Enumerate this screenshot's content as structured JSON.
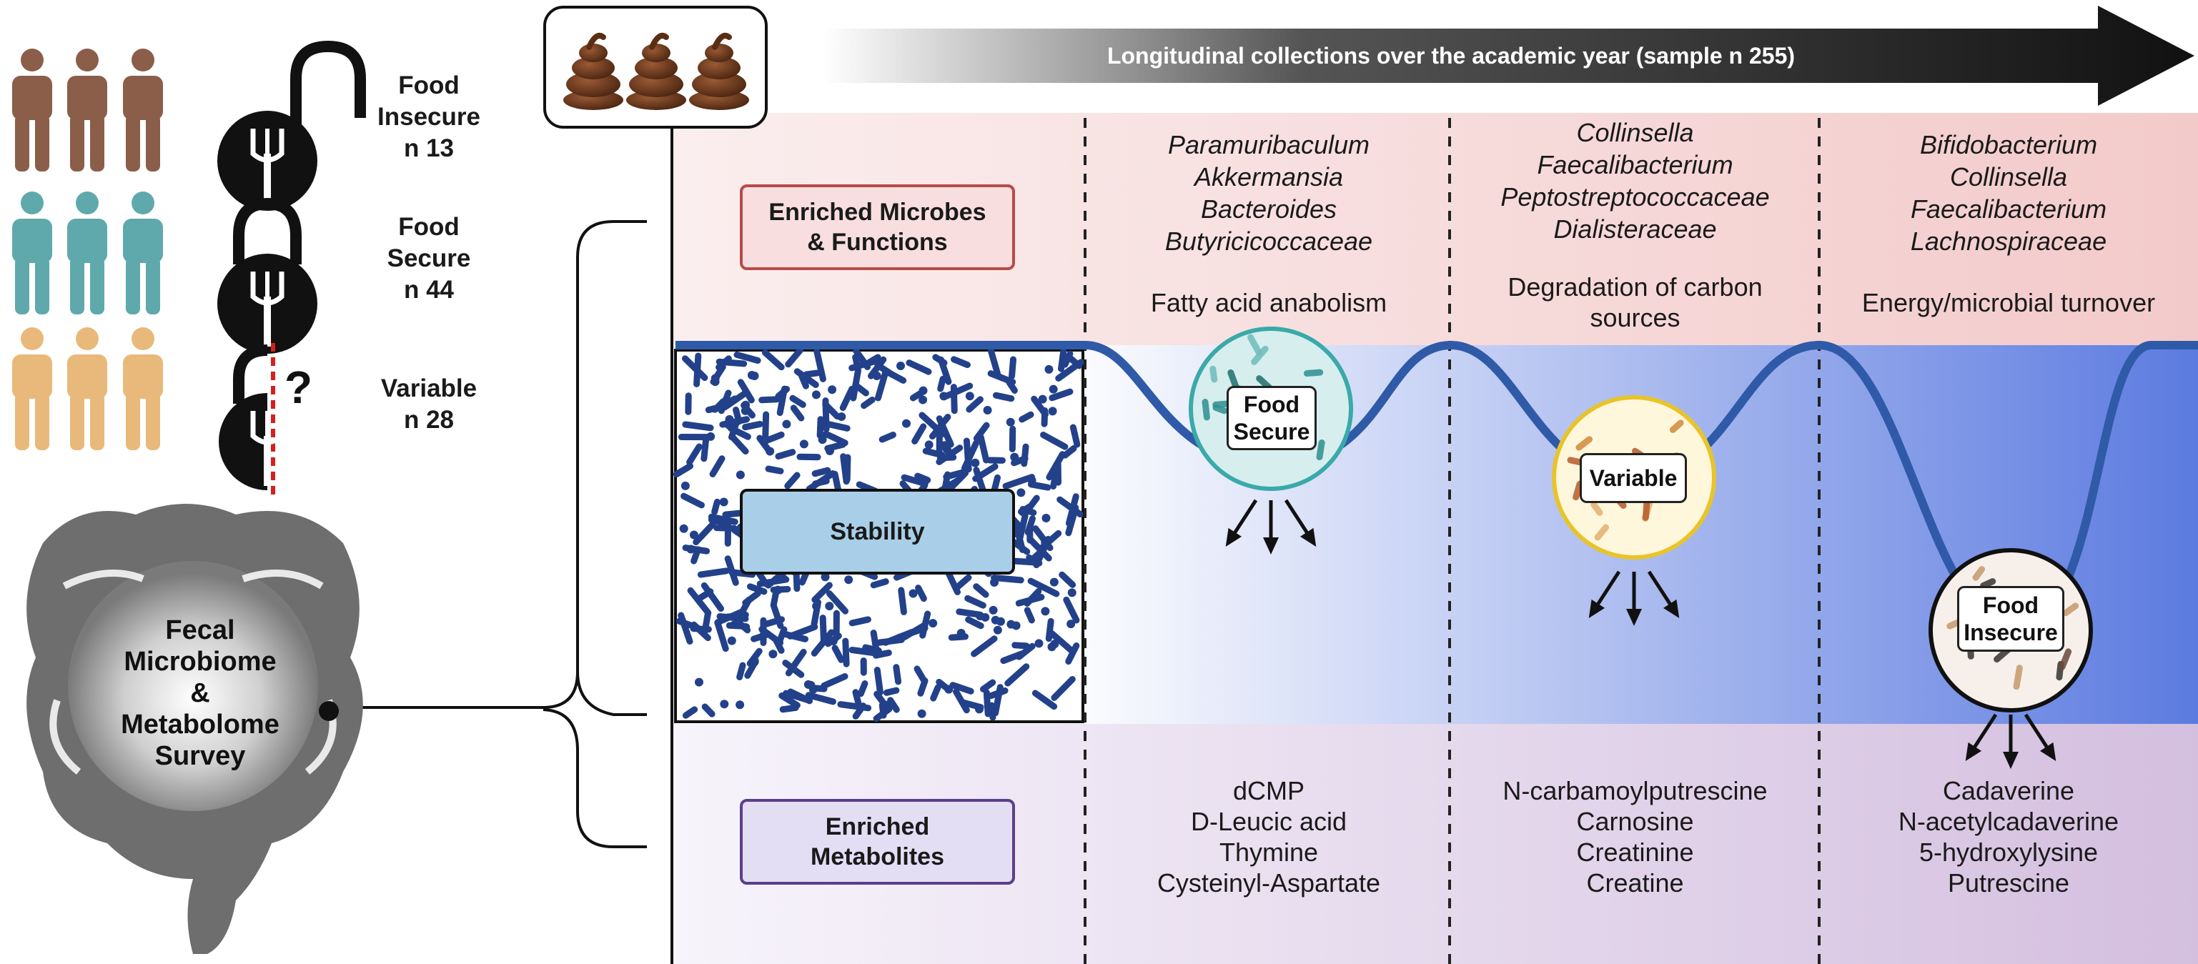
{
  "timeline": {
    "label": "Longitudinal collections over the academic year (sample n 255)"
  },
  "groups": [
    {
      "name": "Food\nInsecure",
      "count": "n 13",
      "color": "#8b5e4a",
      "lock": "open"
    },
    {
      "name": "Food\nSecure",
      "count": "n 44",
      "color": "#5fa9ad",
      "lock": "closed"
    },
    {
      "name": "Variable",
      "count": "n 28",
      "color": "#e8b97a",
      "lock": "variable"
    }
  ],
  "gut_label": "Fecal\nMicrobiome\n&\nMetabolome\nSurvey",
  "row_labels": {
    "microbes": "Enriched Microbes\n& Functions",
    "stability": "Stability",
    "metabolites": "Enriched\nMetabolites"
  },
  "columns": [
    {
      "microbes": [
        "Paramuribaculum",
        "Akkermansia",
        "Bacteroides",
        "Butyricicoccaceae"
      ],
      "function": "Fatty acid anabolism",
      "well_label": "Food\nSecure",
      "metabolites": [
        "dCMP",
        "D-Leucic acid",
        "Thymine",
        "Cysteinyl-Aspartate"
      ]
    },
    {
      "microbes": [
        "Collinsella",
        "Faecalibacterium",
        "Peptostreptococcaceae",
        "Dialisteraceae"
      ],
      "function": "Degradation of carbon\nsources",
      "well_label": "Variable",
      "metabolites": [
        "N-carbamoylputrescine",
        "Carnosine",
        "Creatinine",
        "Creatine"
      ]
    },
    {
      "microbes": [
        "Bifidobacterium",
        "Collinsella",
        "Faecalibacterium",
        "Lachnospiraceae"
      ],
      "function": "Energy/microbial turnover",
      "well_label": "Food\nInsecure",
      "metabolites": [
        "Cadaverine",
        "N-acetylcadaverine",
        "5-hydroxylysine",
        "Putrescine"
      ]
    }
  ],
  "colors": {
    "microbe_pill_border": "#b84a4a",
    "microbe_pill_fill": "#f8dede",
    "stability_pill_fill": "#a9cfe8",
    "metabolite_pill_border": "#5a3f8a",
    "metabolite_pill_fill": "#e4def5",
    "curve": "#2f5aa8",
    "bacteria": "#23418a"
  }
}
